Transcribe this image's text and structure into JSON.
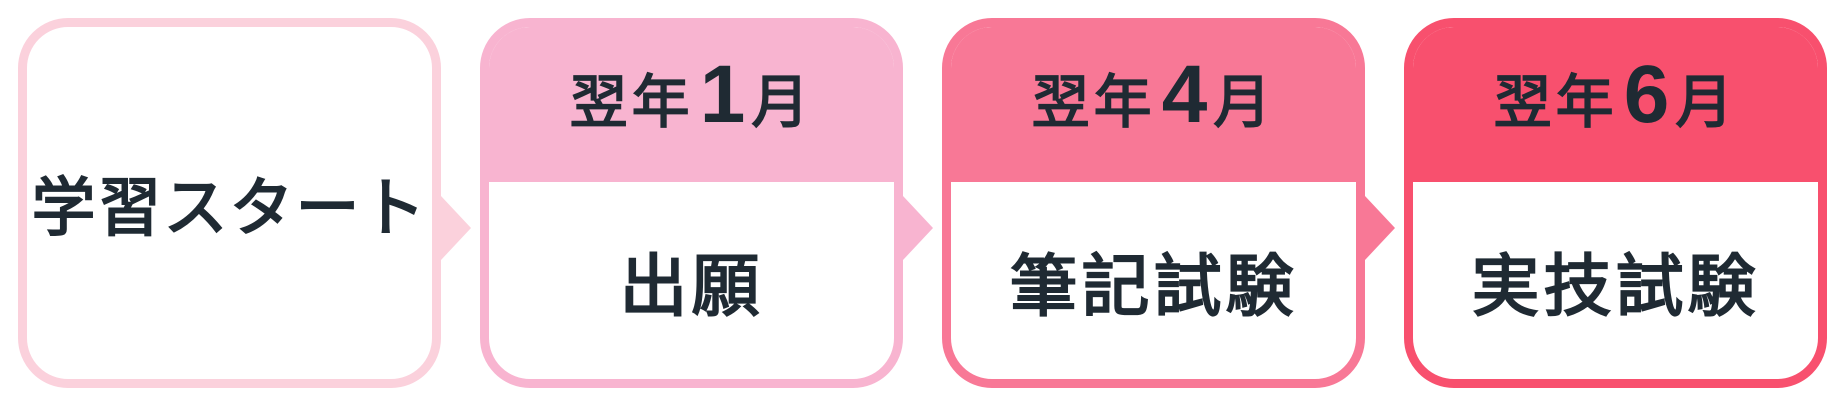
{
  "steps": [
    {
      "label": "学習スタート",
      "month_prefix": "",
      "month_number": "",
      "month_suffix": "",
      "color": "#fbd1dc"
    },
    {
      "label": "出願",
      "month_prefix": "翌年",
      "month_number": "1",
      "month_suffix": "月",
      "color": "#f8b4d0"
    },
    {
      "label": "筆記試験",
      "month_prefix": "翌年",
      "month_number": "4",
      "month_suffix": "月",
      "color": "#f87896"
    },
    {
      "label": "実技試験",
      "month_prefix": "翌年",
      "month_number": "6",
      "month_suffix": "月",
      "color": "#f8506e"
    }
  ]
}
